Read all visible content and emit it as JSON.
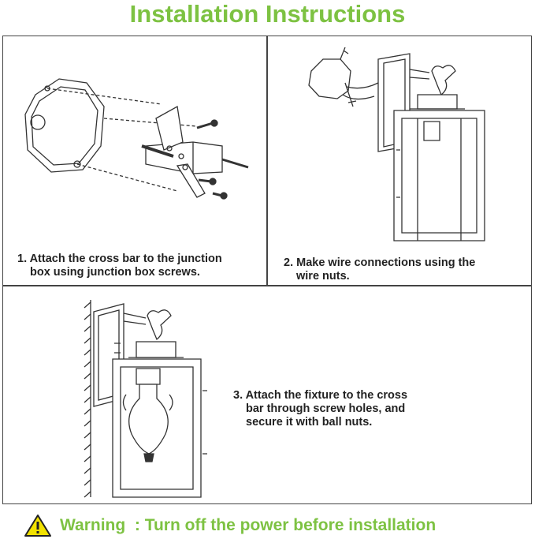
{
  "title": "Installation Instructions",
  "steps": [
    {
      "line1": "1. Attach the cross bar to the junction",
      "line2": "box using  junction box screws."
    },
    {
      "line1": "2. Make wire connections using the",
      "line2": "wire nuts."
    },
    {
      "line1": "3. Attach the fixture to the cross",
      "line2": "bar through screw holes, and",
      "line3": "secure it with ball nuts."
    }
  ],
  "warning": "Warning  : Turn off the power before installation",
  "colors": {
    "accent": "#7dc242",
    "warning_icon": "#f2e200"
  }
}
